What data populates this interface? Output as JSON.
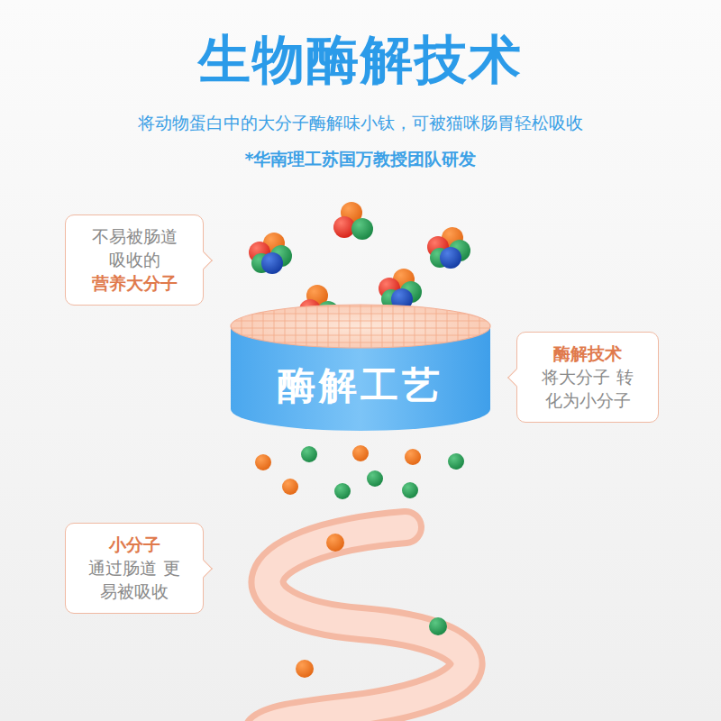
{
  "diagram": {
    "title": "生物酶解技术",
    "nodes": [
      {
        "text": [
          "不易被肠道 吸收的",
          "营养大分子"
        ]
      },
      {
        "text": [
          "酶解工艺"
        ]
      },
      {
        "text": [
          "酶解技术",
          "将大分子 转化为小分子"
        ]
      },
      {
        "text": [
          "小分子",
          "通过肠道 更易被吸收"
        ]
      }
    ],
    "labels": [
      "将动物蛋白中的大分子酶解味小钛，可被猫咪肠胃轻松吸收",
      "*华南理工苏国万教授团队研发"
    ]
  }
}
